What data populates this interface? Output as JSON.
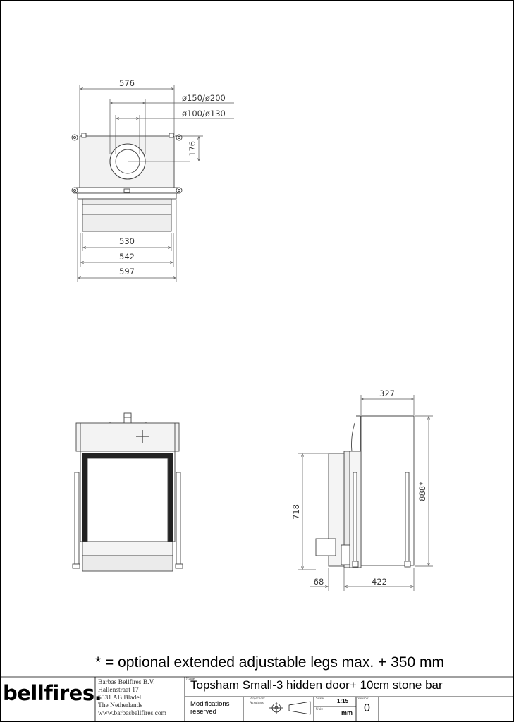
{
  "dimensions": {
    "top_width_576": "576",
    "flue_outer": "ø150/ø200",
    "flue_inner": "ø100/ø130",
    "flue_offset": "176",
    "width_530": "530",
    "width_542": "542",
    "width_597": "597",
    "depth_327": "327",
    "height_718": "718",
    "height_888": "888*",
    "depth_68": "68",
    "depth_422": "422"
  },
  "footnote": "* = optional extended adjustable legs max. + 350 mm",
  "title_block": {
    "logo": "bellfires.",
    "address": [
      "Barbas Bellfires B.V.",
      "Hallenstraat 17",
      "5531 AB Bladel",
      "The Netherlands",
      "www.barbasbellfires.com"
    ],
    "name_label": "Name:",
    "name": "Topsham Small-3 hidden door+ 10cm stone bar",
    "modifications": [
      "Modifications",
      "reserved"
    ],
    "projection_label": "Projection:",
    "projection_value": "Acsuimes:",
    "scale_label": "Scale:",
    "scale": "1:15",
    "unit_label": "Unit:",
    "unit": "mm",
    "version_label": "Version:",
    "version": "0"
  }
}
